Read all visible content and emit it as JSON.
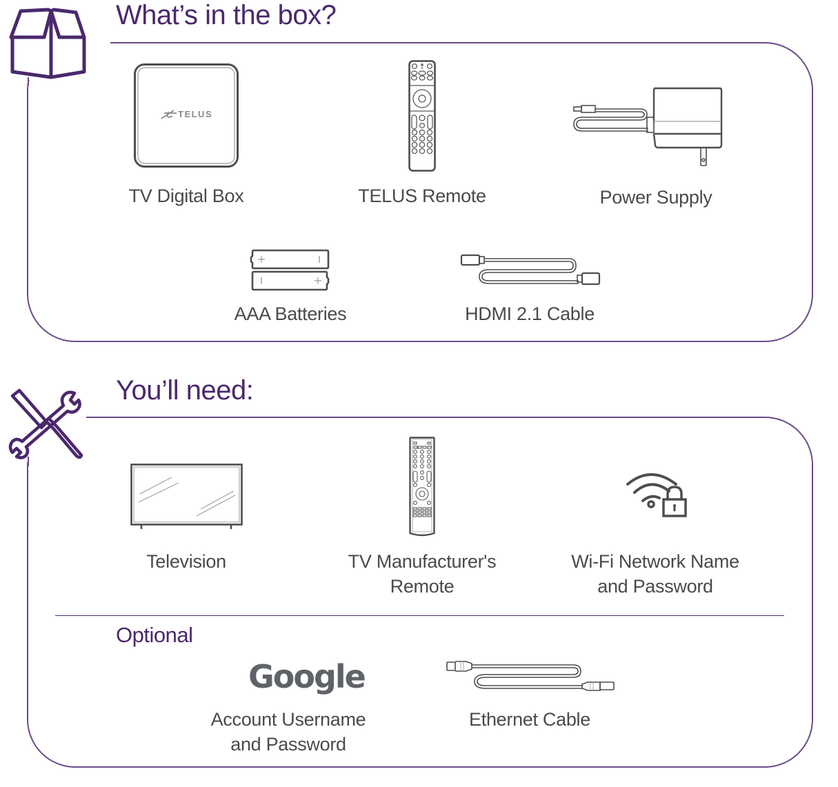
{
  "colors": {
    "accent": "#4b286d",
    "frame": "#6a4a8c",
    "text": "#4a4a4a",
    "icon_stroke": "#4d4d4d"
  },
  "sections": [
    {
      "title": "What’s in the box?",
      "icon": "open-box-icon",
      "items": [
        {
          "label": "TV Digital Box",
          "icon": "tv-digital-box-icon",
          "brand": "TELUS"
        },
        {
          "label": "TELUS Remote",
          "icon": "remote-icon"
        },
        {
          "label": "Power Supply",
          "icon": "power-adapter-icon"
        },
        {
          "label": "AAA Batteries",
          "icon": "batteries-icon"
        },
        {
          "label": "HDMI 2.1 Cable",
          "icon": "hdmi-cable-icon"
        }
      ]
    },
    {
      "title": "You’ll need:",
      "icon": "tools-icon",
      "items": [
        {
          "label": "Television",
          "icon": "television-icon"
        },
        {
          "label_line1": "TV Manufacturer's",
          "label_line2": "Remote",
          "icon": "tv-remote-icon"
        },
        {
          "label_line1": "Wi-Fi Network Name",
          "label_line2": "and Password",
          "icon": "wifi-lock-icon"
        }
      ],
      "optional": {
        "heading": "Optional",
        "items": [
          {
            "logo_text": "Google",
            "label_line1": "Account Username",
            "label_line2": "and Password",
            "icon": "google-logo"
          },
          {
            "label": "Ethernet Cable",
            "icon": "ethernet-cable-icon"
          }
        ]
      }
    }
  ]
}
